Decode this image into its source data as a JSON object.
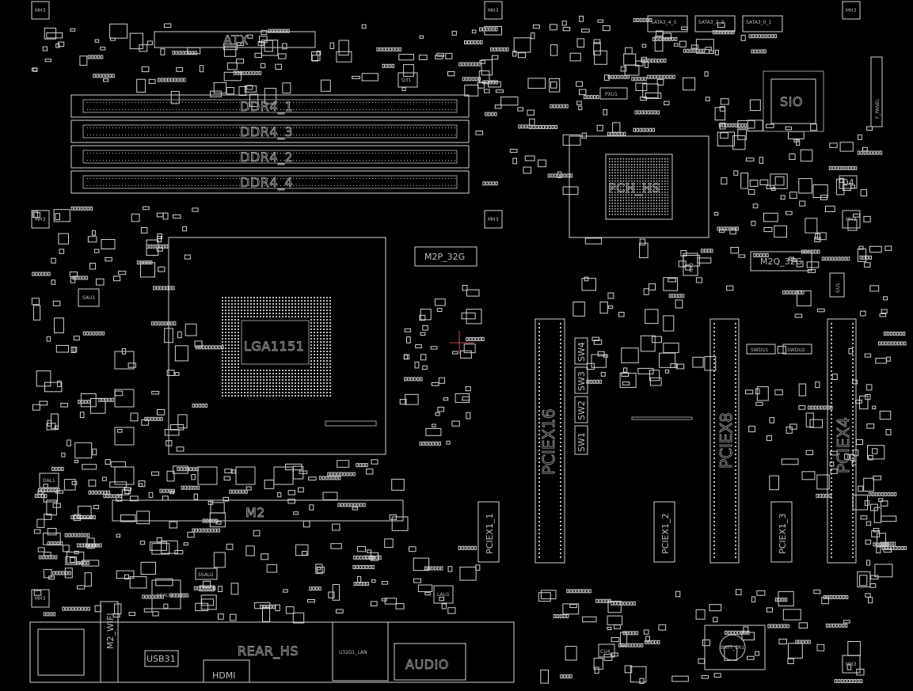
{
  "connectors": {
    "atx": "ATX",
    "ddr": [
      "DDR4_1",
      "DDR4_3",
      "DDR4_2",
      "DDR4_4"
    ],
    "cpu_socket": "LGA1151",
    "sio": "SIO",
    "pch": "PCH_HS",
    "m2p": "M2P_32G",
    "m2q": "M2Q_32G",
    "m2_label": "M2",
    "pciex16": "PCIEX16",
    "pciex8": "PCIEX8",
    "pciex4": "PCIEX4",
    "pciex1_1": "PCIEX1_1",
    "pciex1_2": "PCIEX1_2",
    "pciex1_3": "PCIEX1_3",
    "rear_hs": "REAR_HS",
    "hdmi": "HDMI",
    "audio": "AUDIO",
    "usb31": "USB31",
    "u32g1_lan": "U32G1_LAN",
    "m2_wifi": "M2_WIFI",
    "q4": "Q4",
    "gu1": "GU1",
    "nx2": "NX2",
    "q31": "Q31",
    "pxu1": "PXU1",
    "ssau1": "SSAU1",
    "ssau2": "SSAU2",
    "sau1": "SAU1",
    "lau1": "LAU1",
    "dal1": "DAL1",
    "cu4": "CU4",
    "swdu1": "SWDU1",
    "swdu2": "SWDU2",
    "f_panel": "F_PANEL",
    "battery": "BATT_CR1",
    "sw": [
      "SW4",
      "SW3",
      "SW2",
      "SW1"
    ],
    "sata": [
      "SATA3_4_5",
      "SATA3_2_3",
      "SATA3_0_1"
    ],
    "mh": "MH3"
  },
  "colors": {
    "background": "#000000",
    "outline": "#cfcfcf",
    "label": "#9a9a9a",
    "cursor": "#c84a4a"
  }
}
